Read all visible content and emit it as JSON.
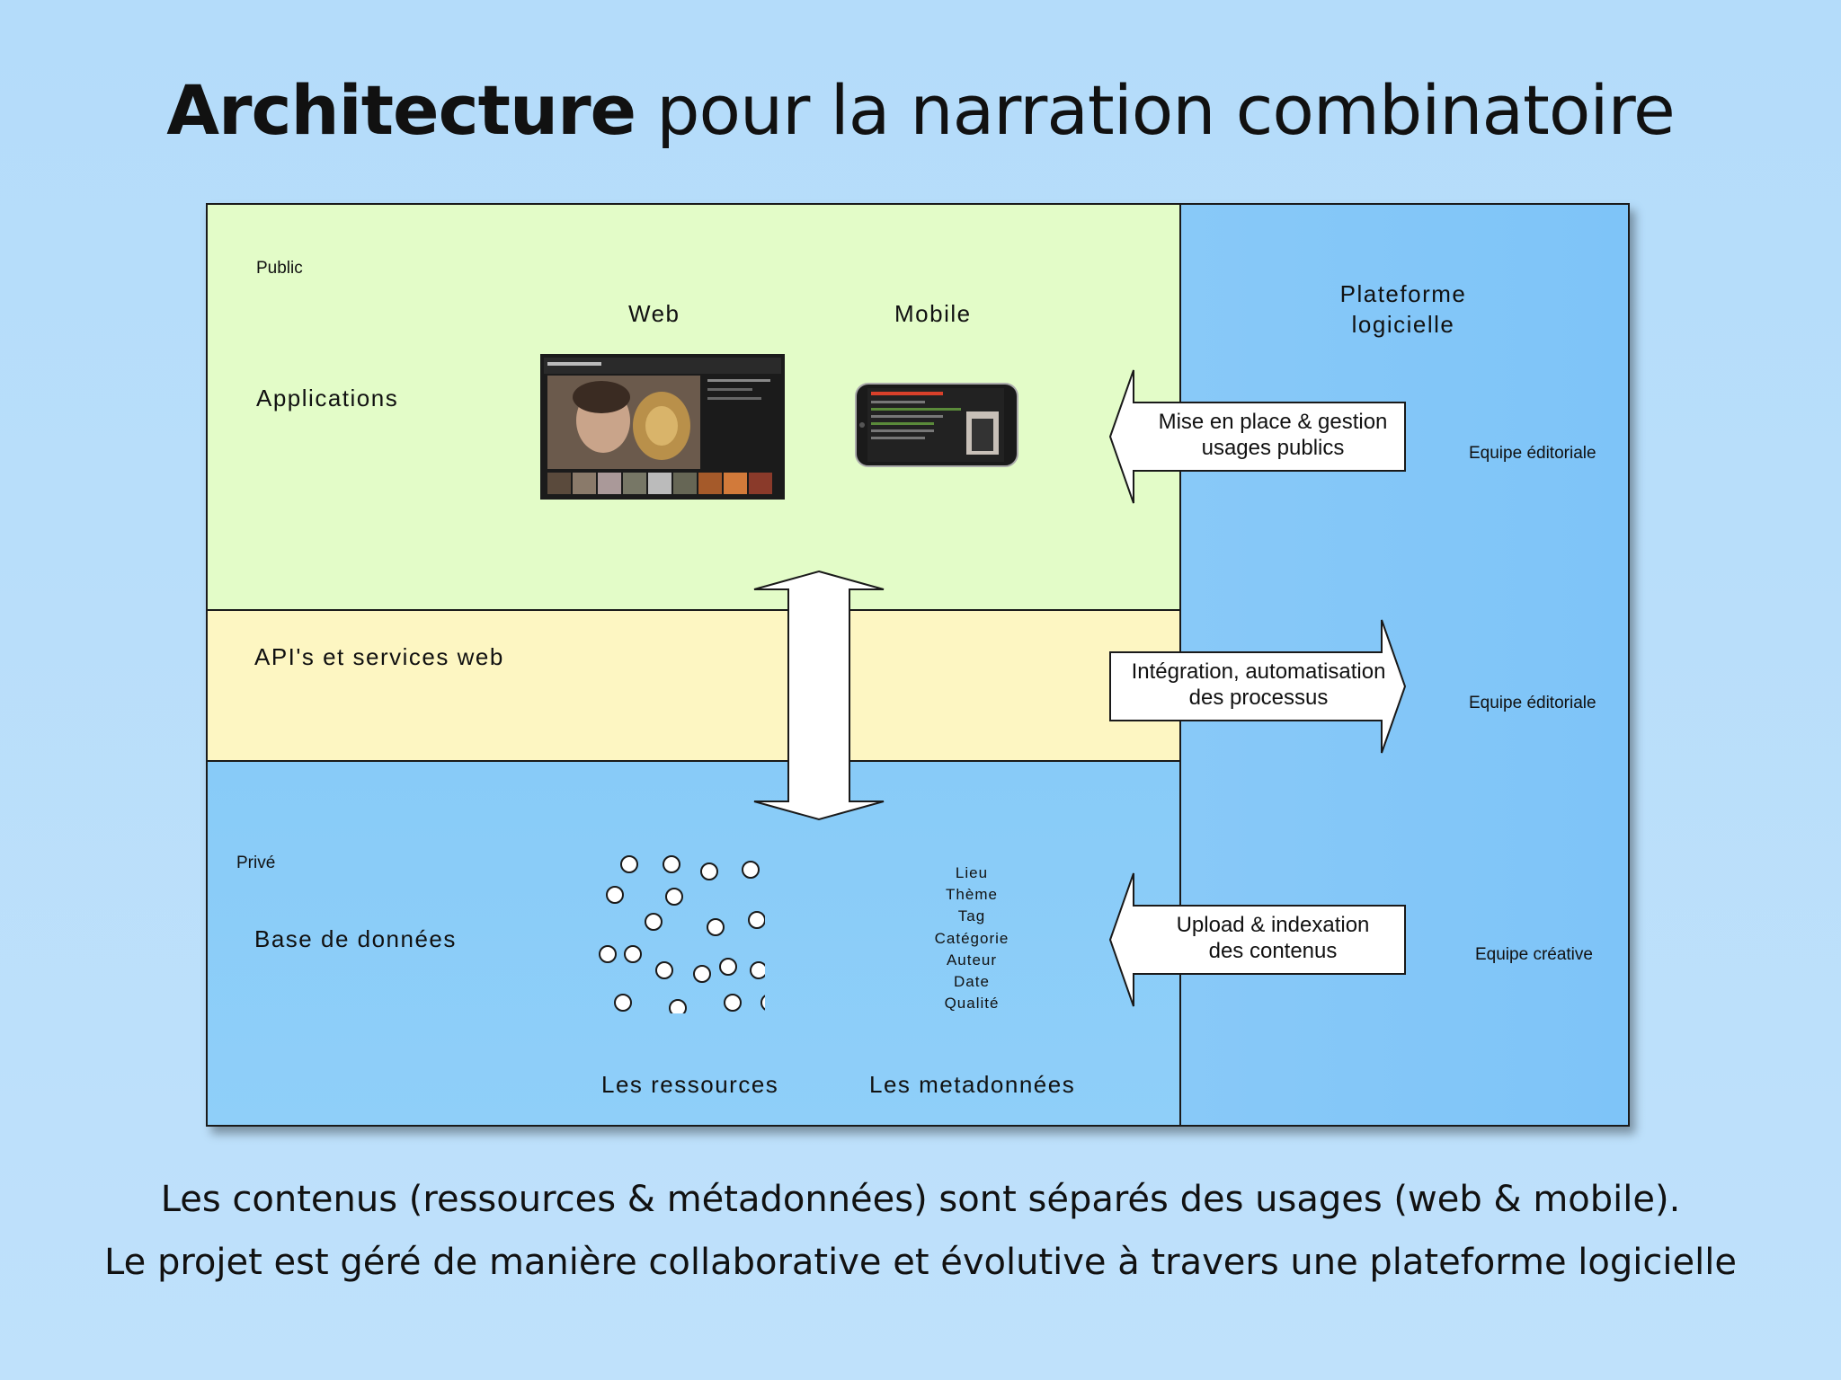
{
  "title": {
    "bold": "Architecture",
    "rest": " pour la narration combinatoire"
  },
  "diagram": {
    "public_label": "Public",
    "applications_label": "Applications",
    "web_label": "Web",
    "mobile_label": "Mobile",
    "api_label": "API's et services web",
    "prive_label": "Privé",
    "database_label": "Base de données",
    "resources_label": "Les ressources",
    "metadata_label": "Les metadonnées",
    "metadata_items": [
      "Lieu",
      "Thème",
      "Tag",
      "Catégorie",
      "Auteur",
      "Date",
      "Qualité"
    ],
    "platform_label_line1": "Plateforme",
    "platform_label_line2": "logicielle",
    "arrows": [
      {
        "line1": "Mise en place & gestion",
        "line2": "usages publics",
        "direction": "left"
      },
      {
        "line1": "Intégration, automatisation",
        "line2": "des processus",
        "direction": "right"
      },
      {
        "line1": "Upload & indexation",
        "line2": "des contenus",
        "direction": "left"
      }
    ],
    "teams": [
      "Equipe éditoriale",
      "Equipe éditoriale",
      "Equipe créative"
    ],
    "colors": {
      "public": "#e3fcc8",
      "api": "#fdf6c2",
      "prive": "#88cbf8",
      "platform": "#80c5f8"
    }
  },
  "captions": [
    "Les contenus (ressources & métadonnées) sont séparés des usages (web & mobile).",
    "Le projet est géré de manière collaborative et évolutive à travers une plateforme logicielle"
  ]
}
